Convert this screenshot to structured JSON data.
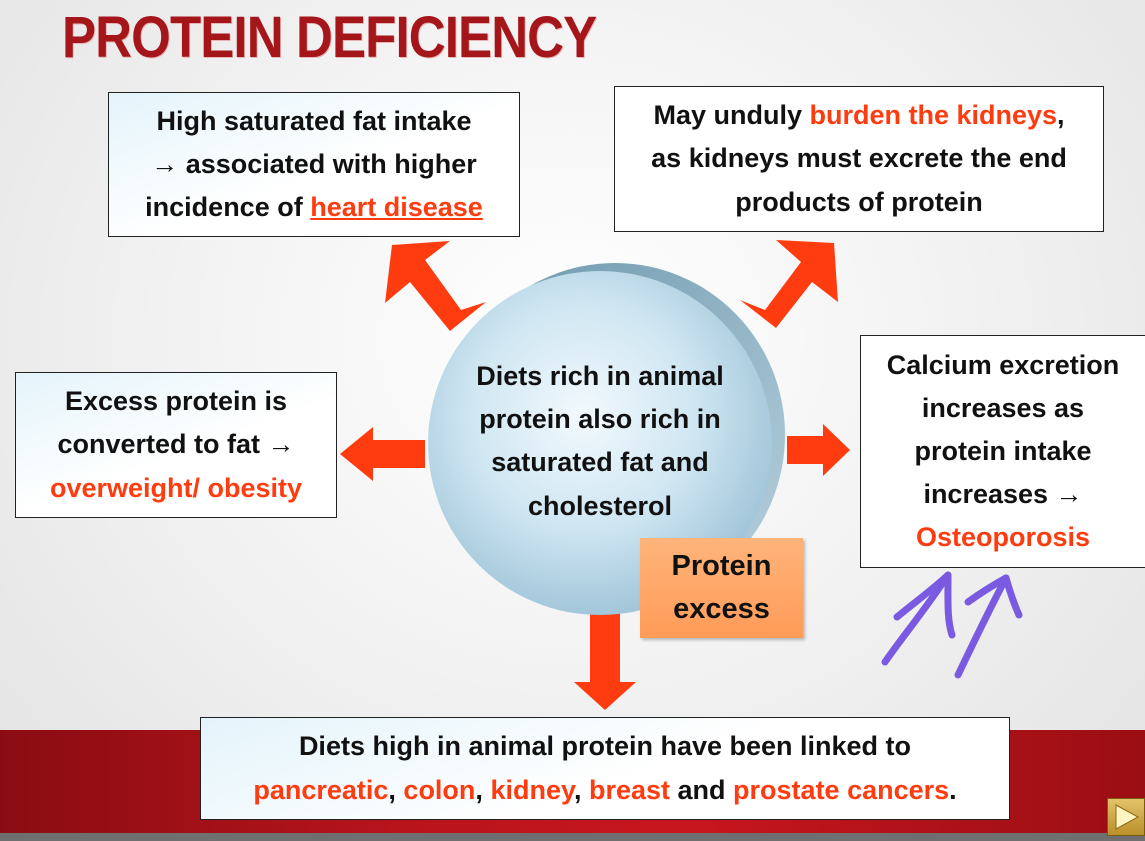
{
  "title": "PROTEIN DEFICIENCY",
  "center": {
    "lines": [
      "Diets rich in animal",
      "protein also rich in",
      "saturated fat and",
      "cholesterol"
    ]
  },
  "protein_excess": {
    "line1": "Protein",
    "line2": "excess"
  },
  "heart": {
    "line1": "High saturated fat intake",
    "line2_arrow": "→",
    "line2": " associated with higher",
    "line3_prefix": "incidence of ",
    "line3_red": "heart disease"
  },
  "kidneys": {
    "line1_prefix": "May unduly ",
    "line1_red": "burden the kidneys",
    "line1_suffix": ",",
    "line2": "as kidneys must excrete the end",
    "line3": "products of protein"
  },
  "obesity": {
    "line1": "Excess protein is",
    "line2": "converted to fat →",
    "line3_red": "overweight/ obesity"
  },
  "calcium": {
    "line1": "Calcium excretion",
    "line2": "increases as",
    "line3": "protein intake",
    "line4": "increases →",
    "line5_red": "Osteoporosis"
  },
  "cancers": {
    "line1": "Diets high in animal protein have been linked to",
    "c1": "pancreatic",
    "sep1": ", ",
    "c2": "colon",
    "sep2": ", ",
    "c3": "kidney",
    "sep3": ", ",
    "c4": "breast",
    "and": " and ",
    "c5": "prostate cancers",
    "end": "."
  },
  "colors": {
    "title": "#a5161b",
    "arrow": "#ff3b10",
    "accent_text": "#ff3b10",
    "band": "#b8141c",
    "handwriting": "#7a5ae0"
  },
  "icons": {
    "next": "play-next-icon"
  }
}
